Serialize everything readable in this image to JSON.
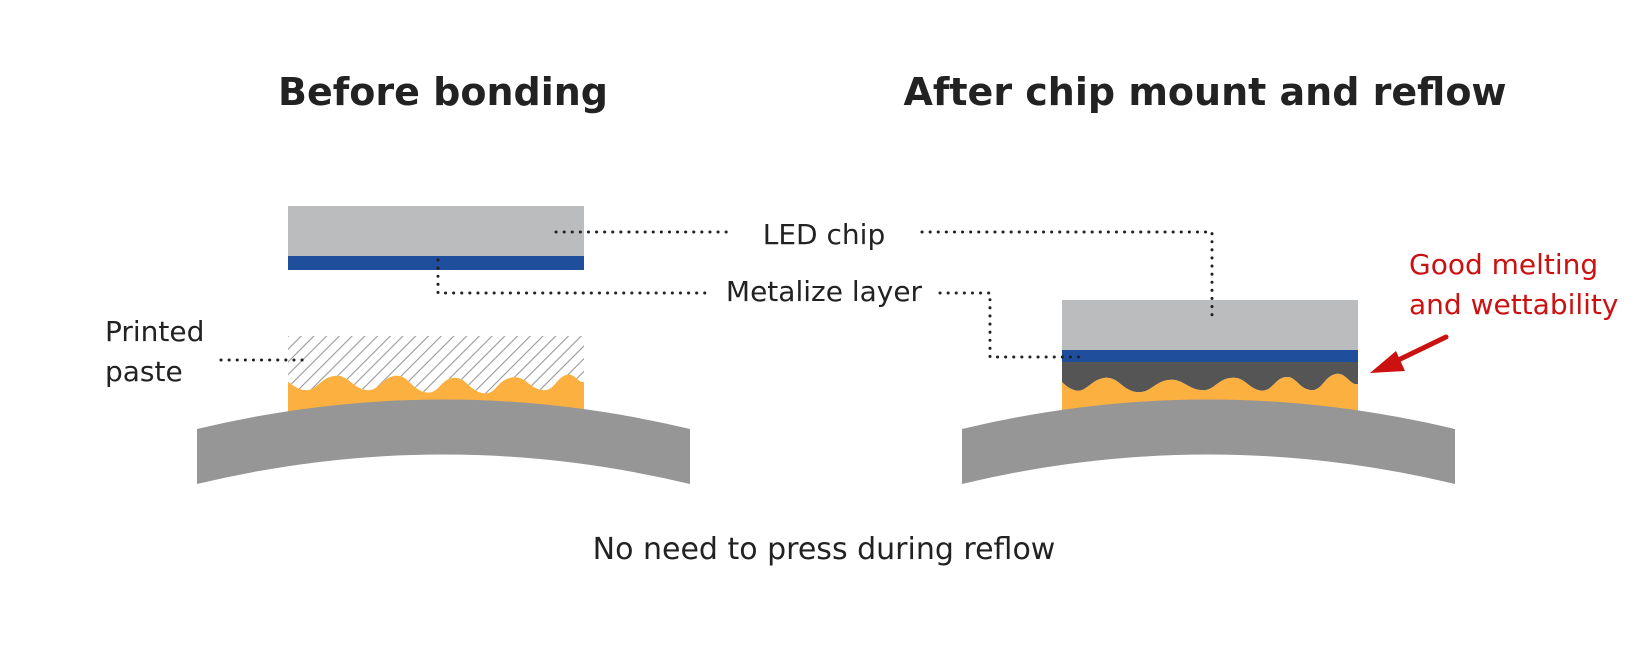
{
  "titles": {
    "before": "Before bonding",
    "after": "After chip mount and reflow"
  },
  "labels": {
    "led_chip": "LED chip",
    "metalize_layer": "Metalize layer",
    "printed_paste_line1": "Printed",
    "printed_paste_line2": "paste",
    "good_melting_line1": "Good melting",
    "good_melting_line2": "and wettability"
  },
  "caption": "No need to press during reflow",
  "colors": {
    "chip": "#bbbcbe",
    "metalize": "#1f4e9c",
    "solder": "#fbb040",
    "paste_hatch": "#9a9a9a",
    "melted": "#555555",
    "substrate": "#969696",
    "text": "#222222",
    "accent": "#cc1111"
  }
}
